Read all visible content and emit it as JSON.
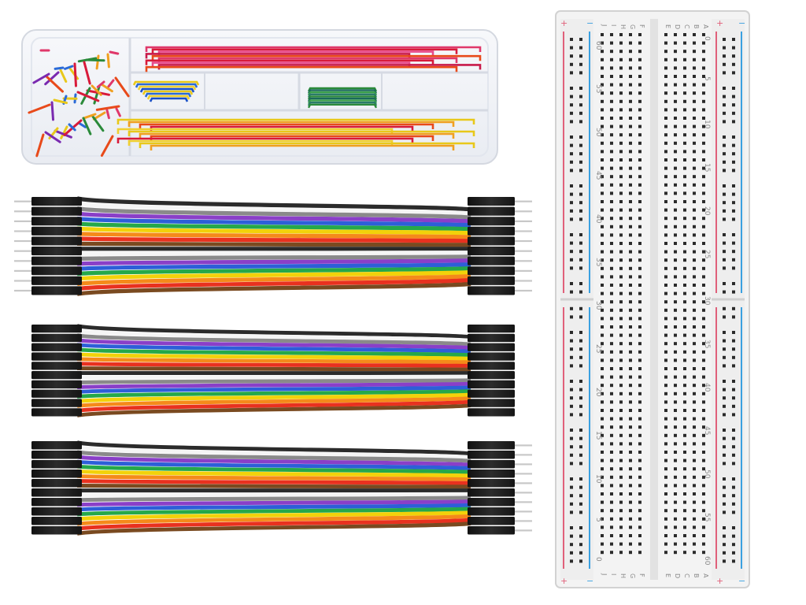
{
  "breadboard": {
    "rail_symbols": {
      "plus": "+",
      "minus": "−"
    },
    "left_letters": [
      "J",
      "I",
      "H",
      "G",
      "F"
    ],
    "right_letters": [
      "E",
      "D",
      "C",
      "B",
      "A"
    ],
    "left_numbers": [
      "60",
      "55",
      "50",
      "45",
      "40",
      "35",
      "30",
      "25",
      "20",
      "15",
      "10",
      "5",
      "0"
    ],
    "right_numbers": [
      "0",
      "5",
      "10",
      "15",
      "20",
      "25",
      "30",
      "35",
      "40",
      "45",
      "50",
      "55",
      "60"
    ],
    "colors": {
      "red_rail": "#e0607a",
      "blue_rail": "#3aa0e0",
      "board": "#f2f2f2",
      "hole": "#2b2b2b"
    }
  },
  "ribbon_colors": [
    "#2b2b2b",
    "#f5f5f5",
    "#8a8a8a",
    "#8a3fc8",
    "#2d5fd8",
    "#25a84a",
    "#f2d20a",
    "#f58a1a",
    "#e8311f",
    "#7a4a20"
  ],
  "jumper_kit_colors": [
    "#e0386a",
    "#e8c81a",
    "#2a8a3a",
    "#e84a1a",
    "#2a6ad8",
    "#f0a020",
    "#7a2ab0",
    "#d81a3a"
  ],
  "icon_names": [
    "jumper-wire-box-icon",
    "dupont-cable-male-male-icon",
    "dupont-cable-female-female-icon",
    "dupont-cable-male-female-icon",
    "breadboard-icon"
  ]
}
